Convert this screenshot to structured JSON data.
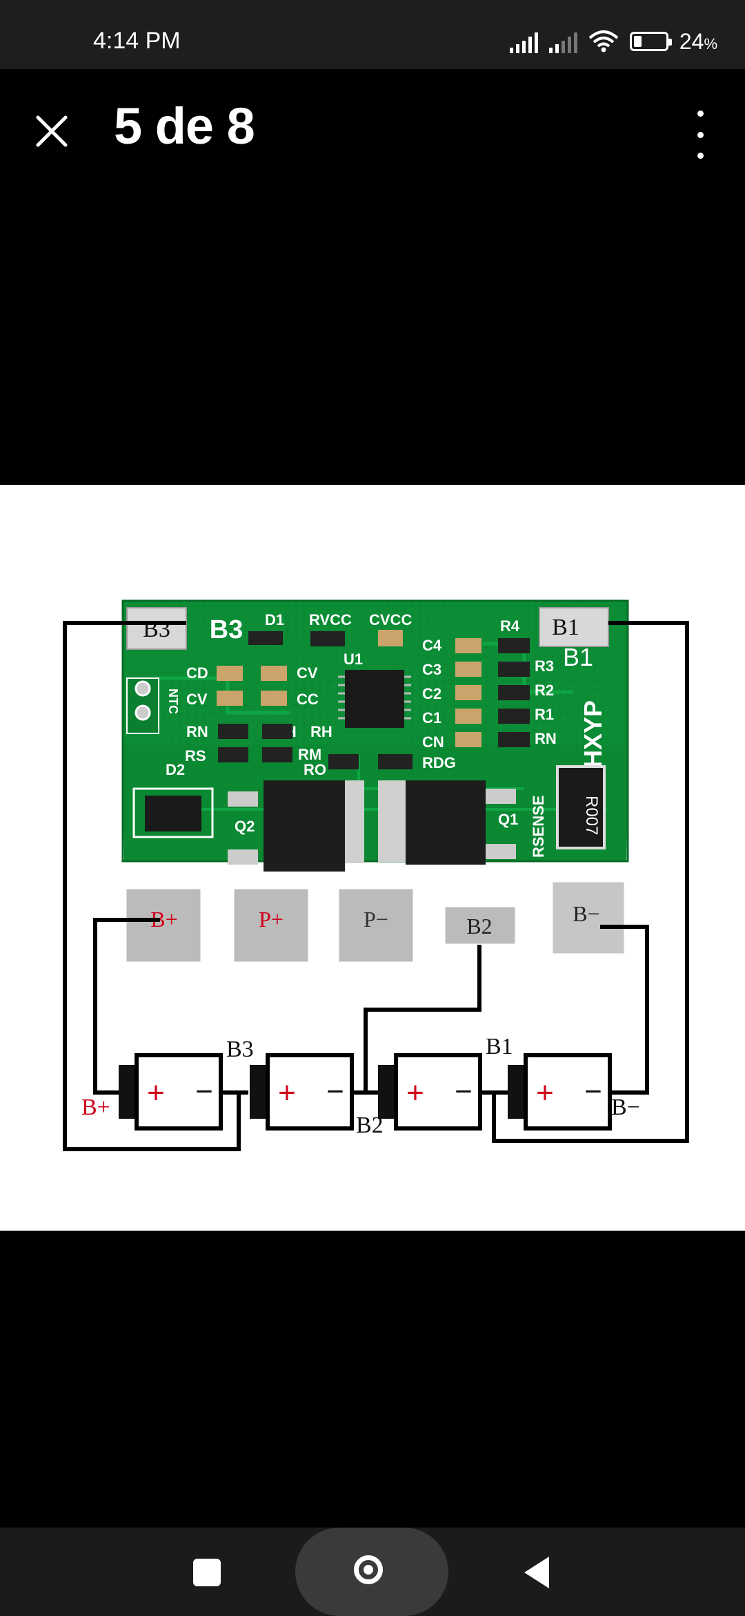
{
  "status_bar": {
    "time": "4:14 PM",
    "battery_percent": "24",
    "battery_unit": "%",
    "battery_level": 0.24
  },
  "header": {
    "title": "5 de 8"
  },
  "figure": {
    "board_labels": {
      "b3_top": "B3",
      "b3_silk": "B3",
      "b1_top": "B1",
      "b1_silk": "B1",
      "d1": "D1",
      "rvcc": "RVCC",
      "cvcc": "CVCC",
      "u1": "U1",
      "r4": "R4",
      "r3": "R3",
      "r2": "R2",
      "r1": "R1",
      "rn": "RN",
      "c4": "C4",
      "c3": "C3",
      "c2": "C2",
      "c1": "C1",
      "cn": "CN",
      "rdg": "RDG",
      "cd": "CD",
      "cv_left": "CV",
      "cv_mid": "CV",
      "cc": "CC",
      "ntc": "NTC",
      "rn_left": "RN",
      "rs": "RS",
      "rh_left": "RH",
      "rh": "RH",
      "rm": "RM",
      "ro": "RO",
      "d2": "D2",
      "q2": "Q2",
      "q1": "Q1",
      "rsense": "RSENSE",
      "hxyp": "HXYP",
      "r007": "R007",
      "bplus_silk": "B+",
      "pad_bplus": "B+",
      "p_plus_silk": "P+",
      "pad_pplus": "P+",
      "pad_pminus": "P−",
      "p_minus_silk": "P−",
      "b2_silk": "B2",
      "pad_b2": "B2",
      "b_minus_small": "B-",
      "pad_bminus": "B−"
    },
    "wiring_labels": {
      "b3": "B3",
      "b1": "B1",
      "b2": "B2",
      "b_plus": "B+",
      "b_minus": "B−",
      "cell_plus": "+",
      "cell_minus": "−"
    }
  }
}
